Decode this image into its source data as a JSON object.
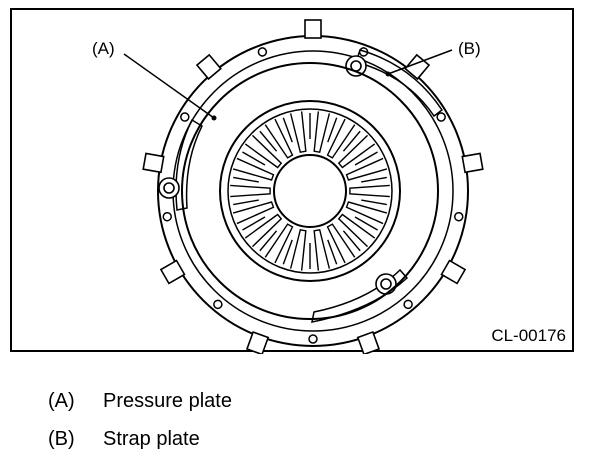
{
  "figure": {
    "code": "CL-00176",
    "callouts": {
      "a": "(A)",
      "b": "(B)"
    }
  },
  "legend": [
    {
      "key": "(A)",
      "label": "Pressure plate"
    },
    {
      "key": "(B)",
      "label": "Strap plate"
    }
  ]
}
